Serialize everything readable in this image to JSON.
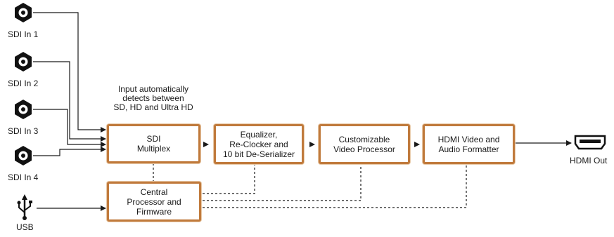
{
  "inputs": [
    {
      "label": "SDI In 1",
      "icon": "bnc-connector-icon"
    },
    {
      "label": "SDI In 2",
      "icon": "bnc-connector-icon"
    },
    {
      "label": "SDI In 3",
      "icon": "bnc-connector-icon"
    },
    {
      "label": "SDI In 4",
      "icon": "bnc-connector-icon"
    }
  ],
  "usb": {
    "label": "USB",
    "icon": "usb-icon"
  },
  "note": "Input automatically\ndetects between\nSD, HD and Ultra HD",
  "blocks": {
    "sdi_multiplex": "SDI\nMultiplex",
    "equalizer": "Equalizer,\nRe-Clocker and\n10 bit De-Serializer",
    "video_processor": "Customizable\nVideo Processor",
    "hdmi_formatter": "HDMI Video and\nAudio Formatter",
    "central_processor": "Central\nProcessor and\nFirmware"
  },
  "output": {
    "label": "HDMI Out",
    "icon": "hdmi-port-icon"
  },
  "colors": {
    "block_border": "#c07a3c",
    "line": "#1a1a1a"
  }
}
